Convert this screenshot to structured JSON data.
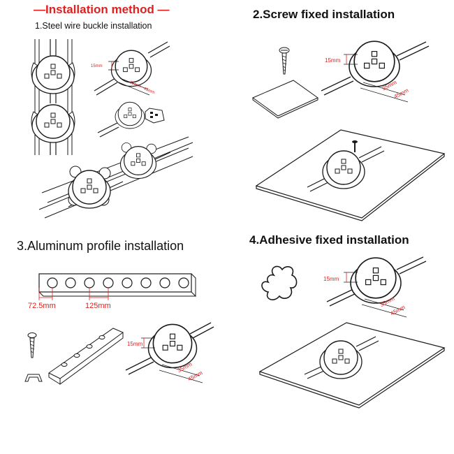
{
  "header": {
    "title": "—Installation method —",
    "subtitle": "1.Steel wire buckle installation"
  },
  "sections": {
    "screw": {
      "title": "2.Screw fixed installation"
    },
    "aluminum": {
      "title": "3.Aluminum profile installation"
    },
    "adhesive": {
      "title": "4.Adhesive fixed installation"
    }
  },
  "dimensions": {
    "height": "15mm",
    "inner": "35mm",
    "outer": "45mm",
    "hole_edge": "72.5mm",
    "hole_pitch": "125mm"
  },
  "colors": {
    "accent": "#e02020",
    "line": "#1a1a1a",
    "grey": "#9a9a9a"
  }
}
